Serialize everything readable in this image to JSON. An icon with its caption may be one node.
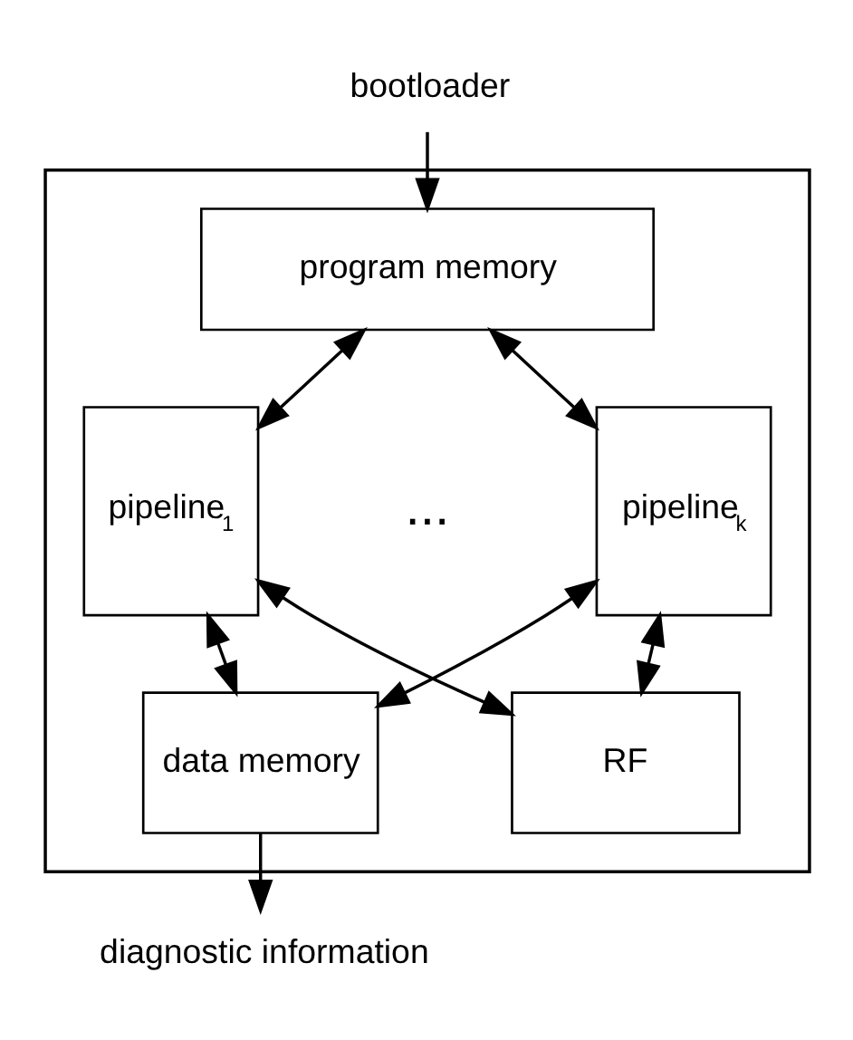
{
  "diagram": {
    "nodes": [
      {
        "text": [],
        "shape": "box"
      },
      {
        "text": [
          "bootloader"
        ]
      },
      {
        "text": [
          "program memory"
        ],
        "in": 0
      },
      {
        "text": [
          "pipeline$_{1}$"
        ],
        "in": 0
      },
      {
        "text": [
          "pipeline$_{k}$"
        ],
        "in": 0
      },
      {
        "text": [
          "data memory"
        ],
        "in": 0
      },
      {
        "text": [
          "RF"
        ],
        "in": 0
      },
      {
        "text": [
          "diagnostic information"
        ]
      }
    ],
    "edges": [
      {
        "from": 1,
        "to": 2,
        "arrow": "to"
      },
      {
        "from": 2,
        "to": 3,
        "arrow": "both"
      },
      {
        "from": 2,
        "to": 4,
        "arrow": "both"
      },
      {
        "from": 3,
        "to": 5,
        "arrow": "both"
      },
      {
        "from": 4,
        "to": 6,
        "arrow": "both"
      },
      {
        "from": 3,
        "to": 6,
        "arrow": "both"
      },
      {
        "from": 4,
        "to": 5,
        "arrow": "both"
      },
      {
        "from": 5,
        "to": 7,
        "arrow": "to"
      }
    ],
    "labels": [
      "..."
    ]
  }
}
